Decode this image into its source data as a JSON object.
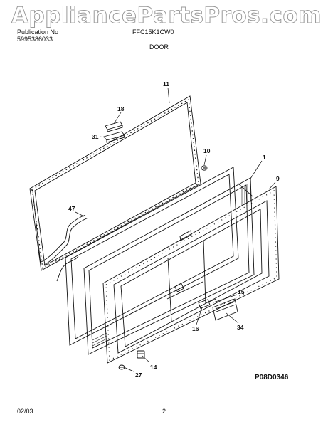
{
  "watermark": "AppliancePartsPros.com",
  "header": {
    "publication_label": "Publication No",
    "publication_number": "5995386033",
    "model": "FFC15K1CW0",
    "section": "DOOR"
  },
  "callouts": {
    "c11": "11",
    "c18": "18",
    "c31": "31",
    "c10": "10",
    "c1": "1",
    "c9": "9",
    "c47": "47",
    "c15": "15",
    "c16": "16",
    "c34": "34",
    "c14": "14",
    "c27": "27"
  },
  "footer": {
    "drawing_code": "P08D0346",
    "date": "02/03",
    "page": "2"
  }
}
